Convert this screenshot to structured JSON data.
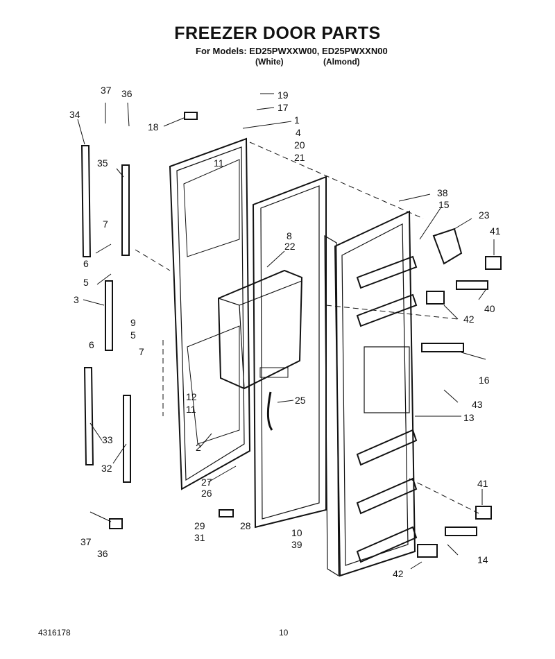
{
  "title": "FREEZER DOOR PARTS",
  "models_line": "For Models: ED25PWXXW00, ED25PWXXN00",
  "variants": [
    "(White)",
    "(Almond)"
  ],
  "footer": {
    "doc_number": "4316178",
    "page_number": "10"
  },
  "callouts": [
    "37",
    "36",
    "19",
    "17",
    "34",
    "18",
    "1",
    "4",
    "20",
    "21",
    "35",
    "11",
    "38",
    "15",
    "23",
    "41",
    "7",
    "8",
    "6",
    "22",
    "5",
    "40",
    "3",
    "9",
    "42",
    "5",
    "6",
    "7",
    "16",
    "12",
    "25",
    "43",
    "11",
    "13",
    "33",
    "2",
    "32",
    "27",
    "41",
    "26",
    "28",
    "29",
    "10",
    "31",
    "39",
    "14",
    "37",
    "36",
    "42"
  ]
}
